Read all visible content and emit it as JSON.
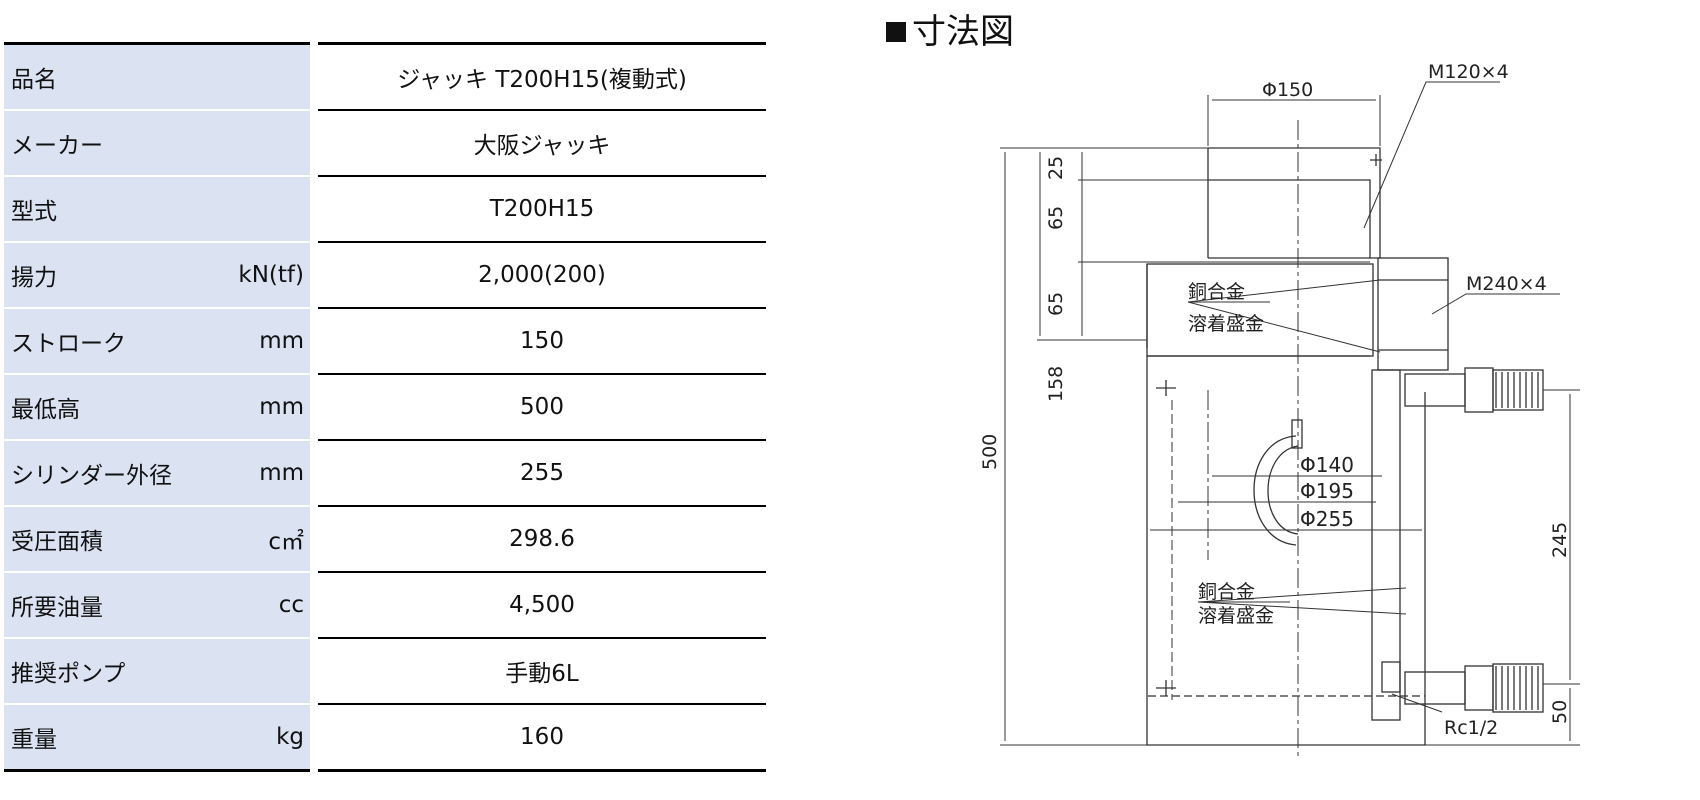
{
  "spec_table": {
    "rows": [
      {
        "label": "品名",
        "unit": "",
        "value": "ジャッキ T200H15(複動式)"
      },
      {
        "label": "メーカー",
        "unit": "",
        "value": "大阪ジャッキ"
      },
      {
        "label": "型式",
        "unit": "",
        "value": "T200H15"
      },
      {
        "label": "揚力",
        "unit": "kN(tf)",
        "value": "2,000(200)"
      },
      {
        "label": "ストローク",
        "unit": "mm",
        "value": "150"
      },
      {
        "label": "最低高",
        "unit": "mm",
        "value": "500"
      },
      {
        "label": "シリンダー外径",
        "unit": "mm",
        "value": "255"
      },
      {
        "label": "受圧面積",
        "unit": "c㎡",
        "value": "298.6"
      },
      {
        "label": "所要油量",
        "unit": "cc",
        "value": "4,500"
      },
      {
        "label": "推奨ポンプ",
        "unit": "",
        "value": "手動6L"
      },
      {
        "label": "重量",
        "unit": "kg",
        "value": "160"
      }
    ]
  },
  "drawing": {
    "title": "寸法図",
    "labels": {
      "dia_top": "Φ150",
      "thread_top": "M120×4",
      "thread_mid": "M240×4",
      "dim_25": "25",
      "dim_65a": "65",
      "dim_65b": "65",
      "dim_158": "158",
      "dim_500": "500",
      "dim_245": "245",
      "dim_50": "50",
      "dia_140": "Φ140",
      "dia_195": "Φ195",
      "dia_255": "Φ255",
      "alloy1_line1": "銅合金",
      "alloy1_line2": "溶着盛金",
      "alloy2_line1": "銅合金",
      "alloy2_line2": "溶着盛金",
      "port": "Rc1/2"
    }
  }
}
